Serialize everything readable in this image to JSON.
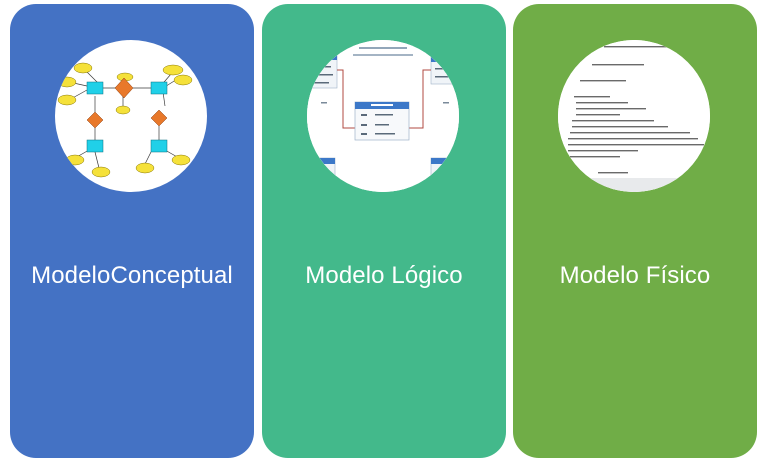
{
  "colors": {
    "card_conceptual": "#4472c4",
    "card_logico": "#43b98b",
    "card_fisico": "#70ad47"
  },
  "cards": [
    {
      "label": "ModeloConceptual",
      "thumbnail": "er-diagram-thumbnail"
    },
    {
      "label": "Modelo Lógico",
      "thumbnail": "relational-schema-thumbnail"
    },
    {
      "label": "Modelo Físico",
      "thumbnail": "sql-code-thumbnail"
    }
  ]
}
